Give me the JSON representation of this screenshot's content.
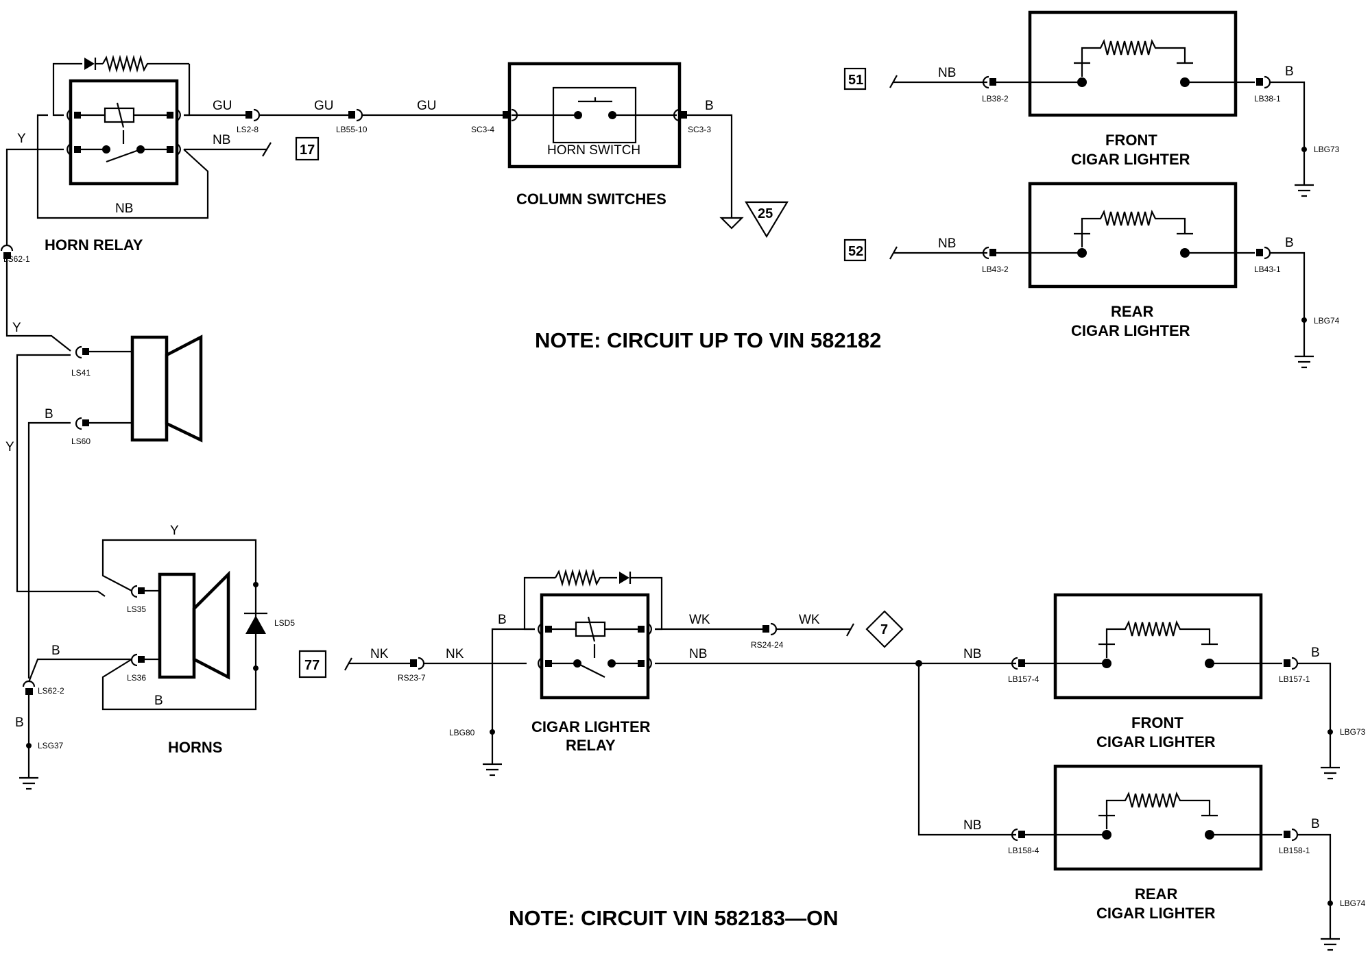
{
  "notes": {
    "upper": "NOTE: CIRCUIT UP TO VIN 582182",
    "lower": "NOTE: CIRCUIT VIN 582183—ON"
  },
  "components": {
    "horn_relay": "HORN RELAY",
    "horn_switch": "HORN SWITCH",
    "column_switches": "COLUMN SWITCHES",
    "horns": "HORNS",
    "front_lighter_a": [
      "FRONT",
      "CIGAR LIGHTER"
    ],
    "rear_lighter_a": [
      "REAR",
      "CIGAR LIGHTER"
    ],
    "cigar_relay": [
      "CIGAR LIGHTER",
      "RELAY"
    ],
    "front_lighter_b": [
      "FRONT",
      "CIGAR LIGHTER"
    ],
    "rear_lighter_b": [
      "REAR",
      "CIGAR LIGHTER"
    ]
  },
  "refs": {
    "r17": "17",
    "r25": "25",
    "r51": "51",
    "r52": "52",
    "r77": "77",
    "r7": "7"
  },
  "wire_colors": {
    "y_relay": "Y",
    "nb_relay": "NB",
    "nb_loop": "NB",
    "gu1": "GU",
    "gu2": "GU",
    "gu3": "GU",
    "b_switch": "B",
    "y_horn": "Y",
    "b_horn": "B",
    "y_left": "Y",
    "y_top": "Y",
    "b_mid": "B",
    "b_bottom": "B",
    "b_ground": "B",
    "nb_51": "NB",
    "b_51": "B",
    "nb_52": "NB",
    "b_52": "B",
    "nk1": "NK",
    "nk2": "NK",
    "b_relay2": "B",
    "wk1": "WK",
    "wk2": "WK",
    "nb_relay2": "NB",
    "nb_f2": "NB",
    "b_f2": "B",
    "nb_r2": "NB",
    "b_r2": "B"
  },
  "pins": {
    "ls2_8": "LS2-8",
    "lb55_10": "LB55-10",
    "sc3_4": "SC3-4",
    "sc3_3": "SC3-3",
    "ls62_1": "LS62-1",
    "ls41": "LS41",
    "ls60": "LS60",
    "ls35": "LS35",
    "ls36": "LS36",
    "lsd5": "LSD5",
    "ls62_2": "LS62-2",
    "lsg37": "LSG37",
    "lb38_2": "LB38-2",
    "lb38_1": "LB38-1",
    "lbg73_a": "LBG73",
    "lb43_2": "LB43-2",
    "lb43_1": "LB43-1",
    "lbg74_a": "LBG74",
    "rs23_7": "RS23-7",
    "lbg80": "LBG80",
    "rs24_24": "RS24-24",
    "lb157_4": "LB157-4",
    "lb157_1": "LB157-1",
    "lbg73_b": "LBG73",
    "lb158_4": "LB158-4",
    "lb158_1": "LB158-1",
    "lbg74_b": "LBG74"
  }
}
